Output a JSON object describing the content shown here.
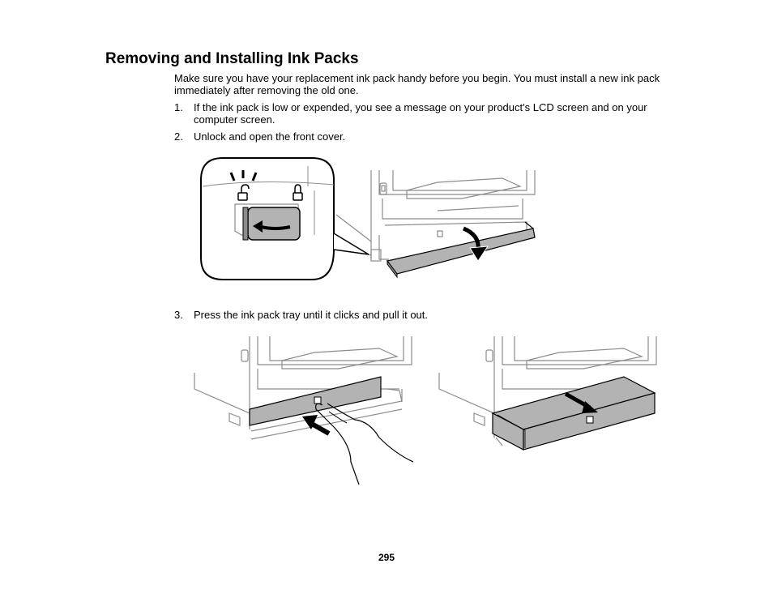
{
  "heading": "Removing and Installing Ink Packs",
  "intro": "Make sure you have your replacement ink pack handy before you begin. You must install a new ink pack immediately after removing the old one.",
  "steps": [
    {
      "number": "1.",
      "text": "If the ink pack is low or expended, you see a message on your product's LCD screen and on your computer screen."
    },
    {
      "number": "2.",
      "text": "Unlock and open the front cover."
    },
    {
      "number": "3.",
      "text": "Press the ink pack tray until it clicks and pull it out."
    }
  ],
  "page_number": "295",
  "colors": {
    "ink": "#000000",
    "fill_gray": "#b3b3b3",
    "line_gray": "#8c8c8c"
  }
}
